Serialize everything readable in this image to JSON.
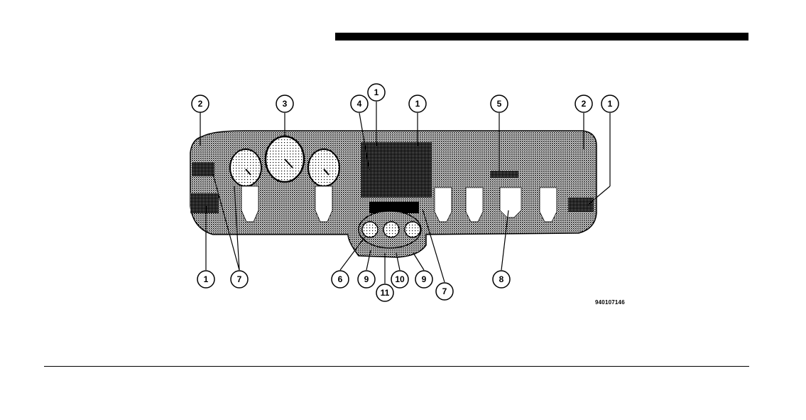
{
  "header": {
    "rule_color": "#000000"
  },
  "figure": {
    "code": "940107146",
    "callouts_top": [
      "2",
      "3",
      "4",
      "1",
      "1",
      "5",
      "2",
      "1"
    ],
    "callouts_bottom": [
      "1",
      "7",
      "6",
      "9",
      "11",
      "10",
      "9",
      "7",
      "8"
    ]
  }
}
